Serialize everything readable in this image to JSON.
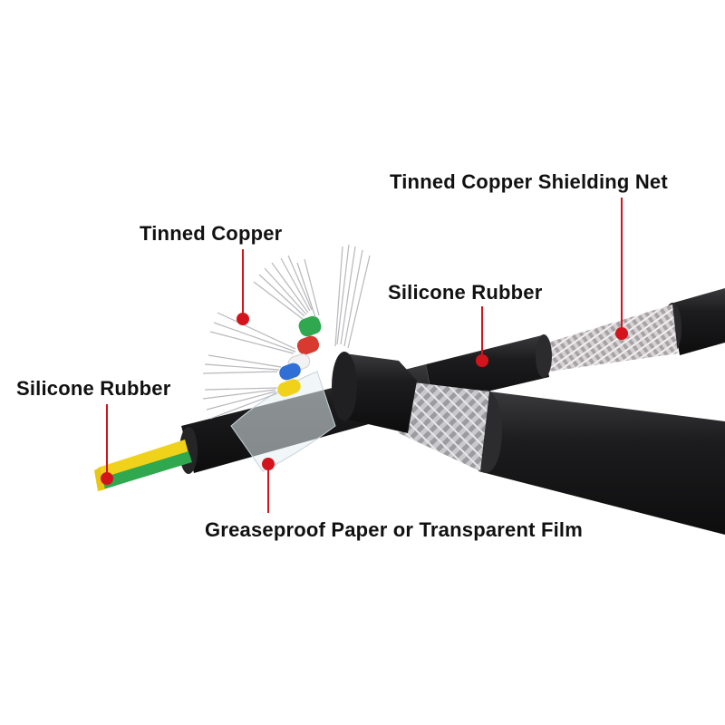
{
  "labels": {
    "tinned_copper_shielding_net": "Tinned Copper Shielding Net",
    "tinned_copper": "Tinned Copper",
    "silicone_rubber_inner": "Silicone Rubber",
    "silicone_rubber_outer": "Silicone Rubber",
    "greaseproof_film": "Greaseproof Paper or Transparent Film"
  },
  "colors": {
    "marker": "#d4141c",
    "jacket": "#1d1d1f",
    "braid": "#bfbfc2",
    "core_yellow": "#f1d21a",
    "core_green": "#2fa84f",
    "core_red": "#d83a2f",
    "core_blue": "#2f6fd6",
    "core_white": "#f2f2f2"
  }
}
